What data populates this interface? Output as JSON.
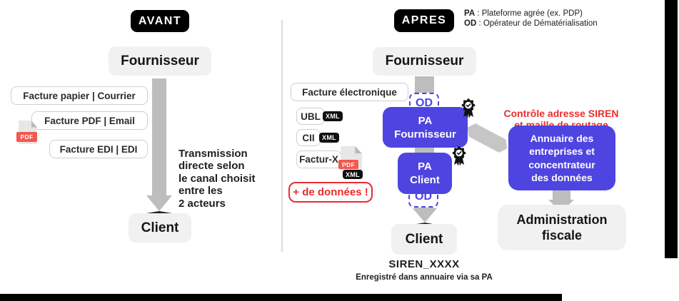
{
  "left": {
    "badge": "AVANT",
    "supplier": "Fournisseur",
    "client": "Client",
    "channels": [
      "Facture papier | Courrier",
      "Facture PDF | Email",
      "Facture EDI | EDI"
    ],
    "pdf_label": "PDF",
    "note": "Transmission\ndirecte selon\nle canal choisit\nentre les\n2 acteurs"
  },
  "right": {
    "badge": "APRES",
    "legend": {
      "pa_abbr": "PA",
      "pa_text": " : Plateforme agrée (ex. PDP)",
      "od_abbr": "OD",
      "od_text": " : Opérateur de Dématérialisation"
    },
    "supplier": "Fournisseur",
    "client": "Client",
    "invoice_box": "Facture électronique",
    "formats": [
      {
        "name": "UBL",
        "tag": "XML"
      },
      {
        "name": "CII",
        "tag": "XML"
      },
      {
        "name": "Factur-X",
        "tag": "XML",
        "pdf": "PDF"
      }
    ],
    "more_data": "+ de données !",
    "od_badge": "OD",
    "pa_supplier": {
      "line1": "PA",
      "line2": "Fournisseur"
    },
    "pa_client": {
      "line1": "PA",
      "line2": "Client"
    },
    "control_note": "Contrôle adresse SIREN\net maille de routage",
    "directory": "Annuaire des\nentreprises et\nconcentrateur\ndes données",
    "tax_admin": "Administration\nfiscale",
    "siren": "SIREN_XXXX",
    "siren_note": "Enregistré dans annuaire via sa PA"
  },
  "colors": {
    "purple": "#4e44e0",
    "red": "#ee2b2b",
    "pdf_red": "#f2594d",
    "gray_node": "#f1f1f1",
    "arrow_gray": "#bdbdbd"
  }
}
